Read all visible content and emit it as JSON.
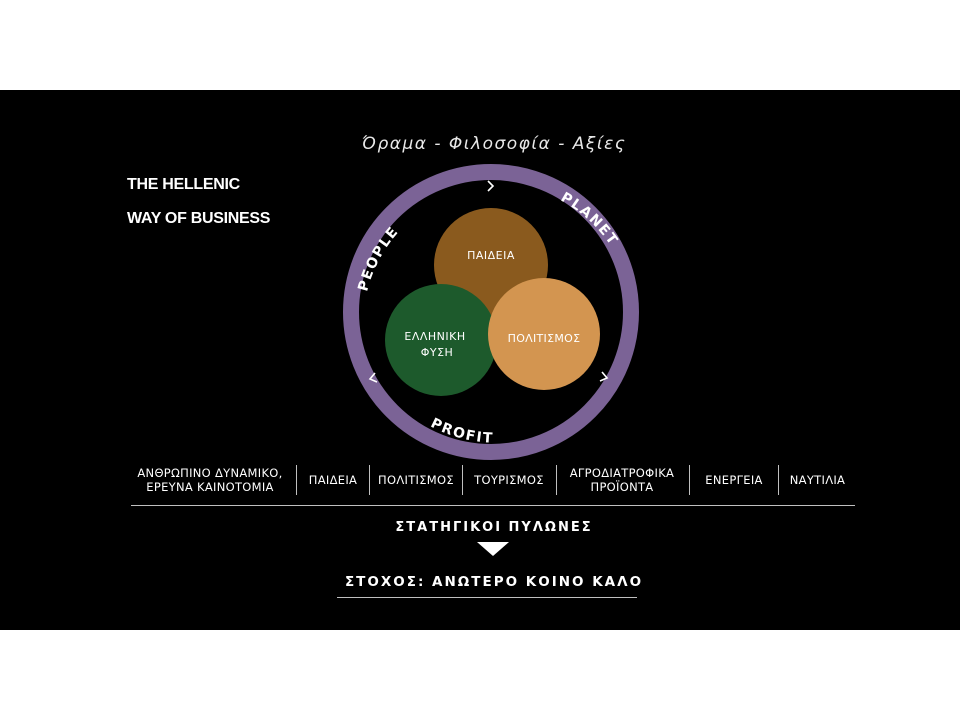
{
  "vision_title": "Όραμα - Φιλοσοφία - Αξίες",
  "brand": {
    "line1": "THE HELLENIC",
    "line2": "WAY OF BUSINESS"
  },
  "ring": {
    "top_left": "PEOPLE",
    "top_right": "PLANET",
    "bottom": "PROFIT",
    "color": "#7b6396"
  },
  "circles": {
    "top": {
      "label": "ΠΑΙΔΕΙΑ",
      "color": "#8a5a1e"
    },
    "left": {
      "label": "ΕΛΛΗΝΙΚΗ\nΦΥΣΗ",
      "color": "#1d5a2c"
    },
    "right": {
      "label": "ΠΟΛΙΤΙΣΜΟΣ",
      "color": "#d39550"
    }
  },
  "pillars": [
    "ΑΝΘΡΩΠΙΝΟ ΔΥΝΑΜΙΚΟ,\nΕΡΕΥΝΑ ΚΑΙΝΟΤΟΜΙΑ",
    "ΠΑΙΔΕΙΑ",
    "ΠΟΛΙΤΙΣΜΟΣ",
    "ΤΟΥΡΙΣΜΟΣ",
    "ΑΓΡΟΔΙΑΤΡΟΦΙΚΑ\nΠΡΟΪΟΝΤΑ",
    "ΕΝΕΡΓΕΙΑ",
    "ΝΑΥΤΙΛΙΑ"
  ],
  "strategic_label": "ΣΤΑΤΗΓΙΚΟΙ ΠΥΛΩΝΕΣ",
  "goal_label": "ΣΤΟΧΟΣ: ΑΝΩΤΕΡΟ ΚΟΙΝΟ ΚΑΛΟ"
}
